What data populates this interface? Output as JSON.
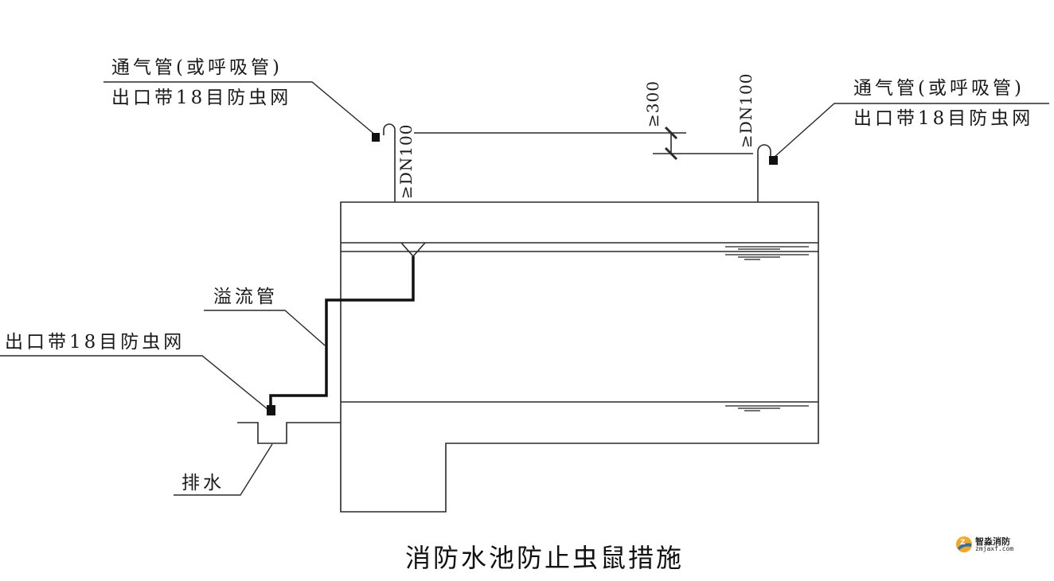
{
  "diagram": {
    "title": "消防水池防止虫鼠措施",
    "labels": {
      "vent_left_line1": "通气管(或呼吸管)",
      "vent_left_line2": "出口带18目防虫网",
      "vent_right_line1": "通气管(或呼吸管)",
      "vent_right_line2": "出口带18目防虫网",
      "overflow_pipe": "溢流管",
      "overflow_outlet": "出口带18目防虫网",
      "drain": "排水"
    },
    "dimensions": {
      "vent_left_diameter": "≥DN100",
      "vent_right_diameter": "≥DN100",
      "height_difference": "≥300"
    },
    "components": [
      "water-tank",
      "vent-pipe-left",
      "vent-pipe-right",
      "insect-screen-left",
      "insect-screen-right",
      "overflow-pipe",
      "overflow-funnel",
      "overflow-insect-screen",
      "drain-pit",
      "water-level-high",
      "water-level-low"
    ],
    "colors": {
      "line": "#2a2a2a",
      "background": "#ffffff"
    }
  },
  "watermark": {
    "brand": "智淼消防",
    "url": "zmjaxf.com",
    "logo_colors": [
      "#f5a623",
      "#1e73be"
    ]
  }
}
